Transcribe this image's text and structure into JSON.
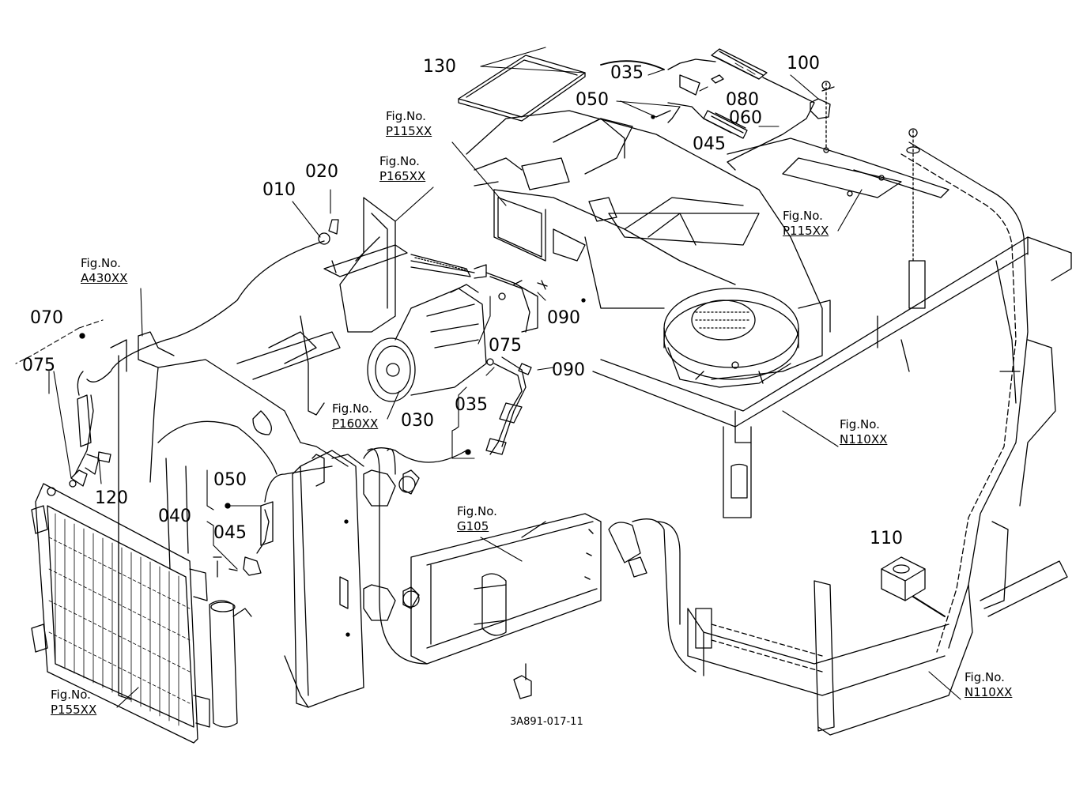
{
  "diagram_id": "3A891-017-11",
  "parts": {
    "p010": "010",
    "p020": "020",
    "p030": "030",
    "p035a": "035",
    "p035b": "035",
    "p040": "040",
    "p045a": "045",
    "p045b": "045",
    "p050a": "050",
    "p050b": "050",
    "p060": "060",
    "p070": "070",
    "p075a": "075",
    "p075b": "075",
    "p080": "080",
    "p090a": "090",
    "p090b": "090",
    "p100": "100",
    "p110": "110",
    "p120": "120",
    "p130": "130"
  },
  "figure_refs": {
    "prefix": "Fig.No.",
    "p115_top": "P115XX",
    "p165": "P165XX",
    "a430": "A430XX",
    "p115_right": "P115XX",
    "p160": "P160XX",
    "n110_mid": "N110XX",
    "g105": "G105",
    "n110_bottom": "N110XX",
    "p155": "P155XX"
  }
}
